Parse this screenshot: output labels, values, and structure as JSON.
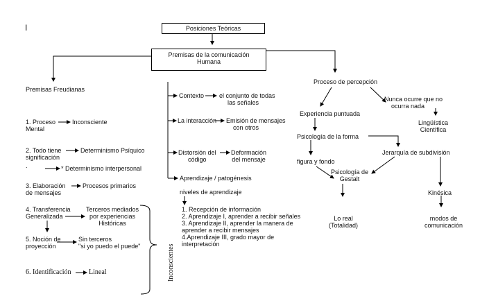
{
  "cursor_mark": "I",
  "title_box": "Posiciones Teóricas",
  "premise_box": [
    "Premisas de la comunicación",
    "Humana"
  ],
  "left": {
    "heading": "Premisas Freudianas",
    "items": [
      [
        "1. Proceso",
        "Mental"
      ],
      [
        "Inconsciente"
      ],
      [
        "2. Todo tiene",
        "significación"
      ],
      [
        "Determinismo Psíquico"
      ],
      [
        "* Determinismo interpersonal"
      ],
      [
        "3. Elaboración",
        "de mensajes"
      ],
      [
        "Procesos primarios"
      ],
      [
        "4. Transferencia",
        "Generalizada"
      ],
      [
        "Terceros mediados",
        "por experiencias",
        "Históricas"
      ],
      [
        "5. Noción de",
        "proyección"
      ],
      [
        "Sin terceros",
        "\"si yo puedo el puede\""
      ],
      [
        "6. Identificación"
      ],
      [
        "Lineal"
      ]
    ],
    "brace_label": "Inconscientes",
    "dot": "."
  },
  "middle": {
    "items": [
      [
        "Contexto"
      ],
      [
        "el conjunto de todas",
        "las señales"
      ],
      [
        "La interacción"
      ],
      [
        "Emisión de mensajes",
        "con otros"
      ],
      [
        "Distorsión del",
        "código"
      ],
      [
        "Deformación",
        "del mensaje"
      ],
      [
        "Aprendizaje / patogénesis"
      ],
      [
        "niveles de aprendizaje"
      ]
    ],
    "levels": [
      "1.   Recepción de información",
      "2. Aprendizaje I, aprender a recibir señales",
      "3. Aprendizaje II, aprender la manera de",
      "aprender a recibir mensajes",
      "4.Aprendizaje III, grado mayor de",
      "interpretación"
    ]
  },
  "right": {
    "items": [
      [
        "Proceso de percepción"
      ],
      [
        "Experiencia puntuada"
      ],
      [
        "Nunca ocurre que no",
        "ocurra nada"
      ],
      [
        "Lingüística",
        "Científica"
      ],
      [
        "Psicología de la forma"
      ],
      [
        "Jerarquía de subdivisión"
      ],
      [
        "figura y fondo"
      ],
      [
        "Psicología de",
        "Gestalt"
      ],
      [
        "Lo real",
        "(Totalidad)"
      ],
      [
        "Kinésica"
      ],
      [
        "modos de",
        "comunicación"
      ]
    ]
  }
}
